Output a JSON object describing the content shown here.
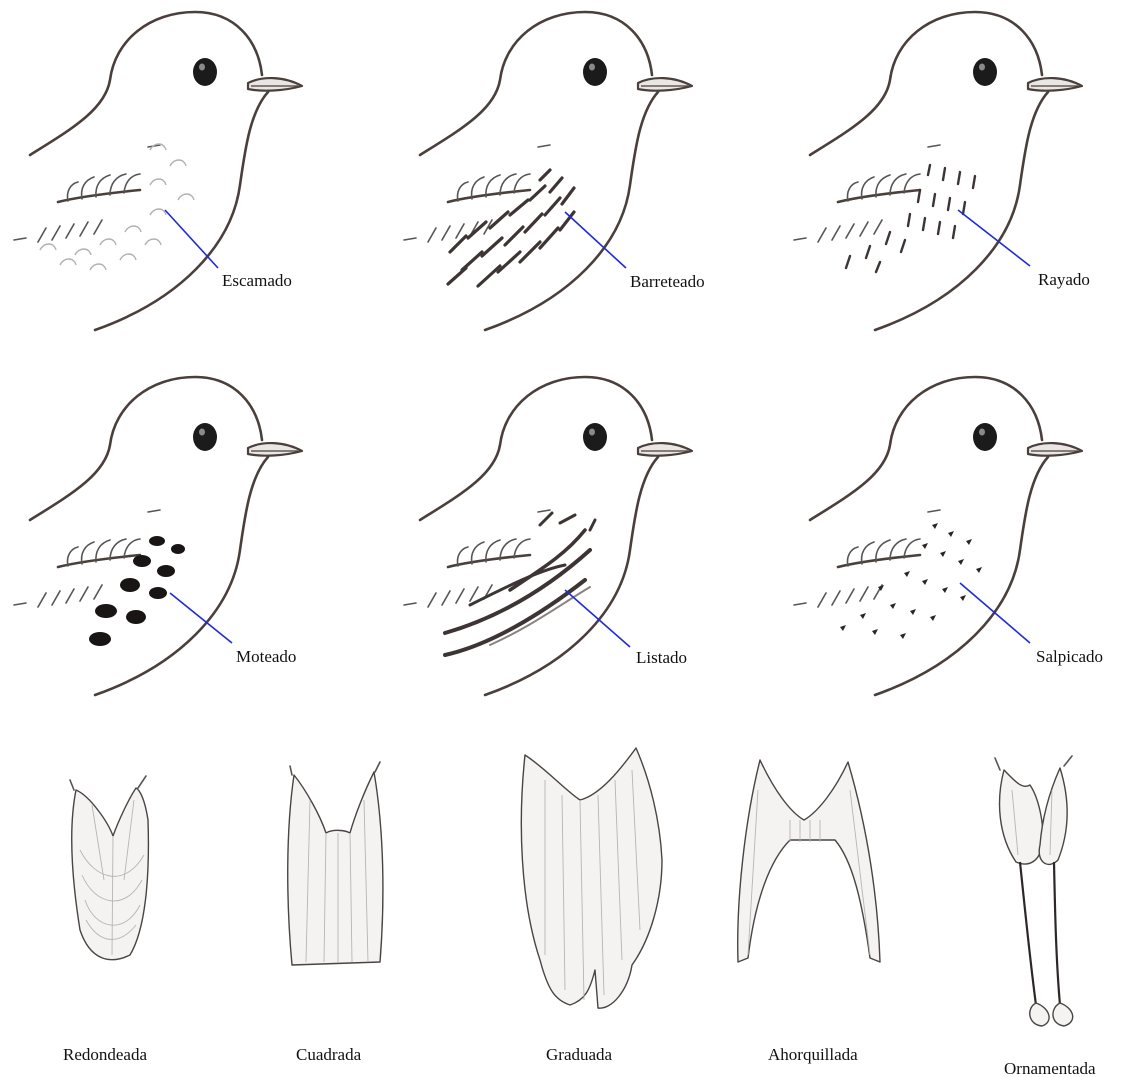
{
  "colors": {
    "pointer_line": "#1f2bd6",
    "outline": "#4a3f3a",
    "label_text": "#111111",
    "background": "#ffffff"
  },
  "plumage_patterns": [
    {
      "label": "Escamado",
      "pattern": "scales"
    },
    {
      "label": "Barreteado",
      "pattern": "bars"
    },
    {
      "label": "Rayado",
      "pattern": "streaks"
    },
    {
      "label": "Moteado",
      "pattern": "spots"
    },
    {
      "label": "Listado",
      "pattern": "stripes"
    },
    {
      "label": "Salpicado",
      "pattern": "speckles"
    }
  ],
  "tail_shapes": [
    {
      "label": "Redondeada",
      "shape": "rounded"
    },
    {
      "label": "Cuadrada",
      "shape": "square"
    },
    {
      "label": "Graduada",
      "shape": "graduated"
    },
    {
      "label": "Ahorquillada",
      "shape": "forked"
    },
    {
      "label": "Ornamentada",
      "shape": "ornamented"
    }
  ]
}
